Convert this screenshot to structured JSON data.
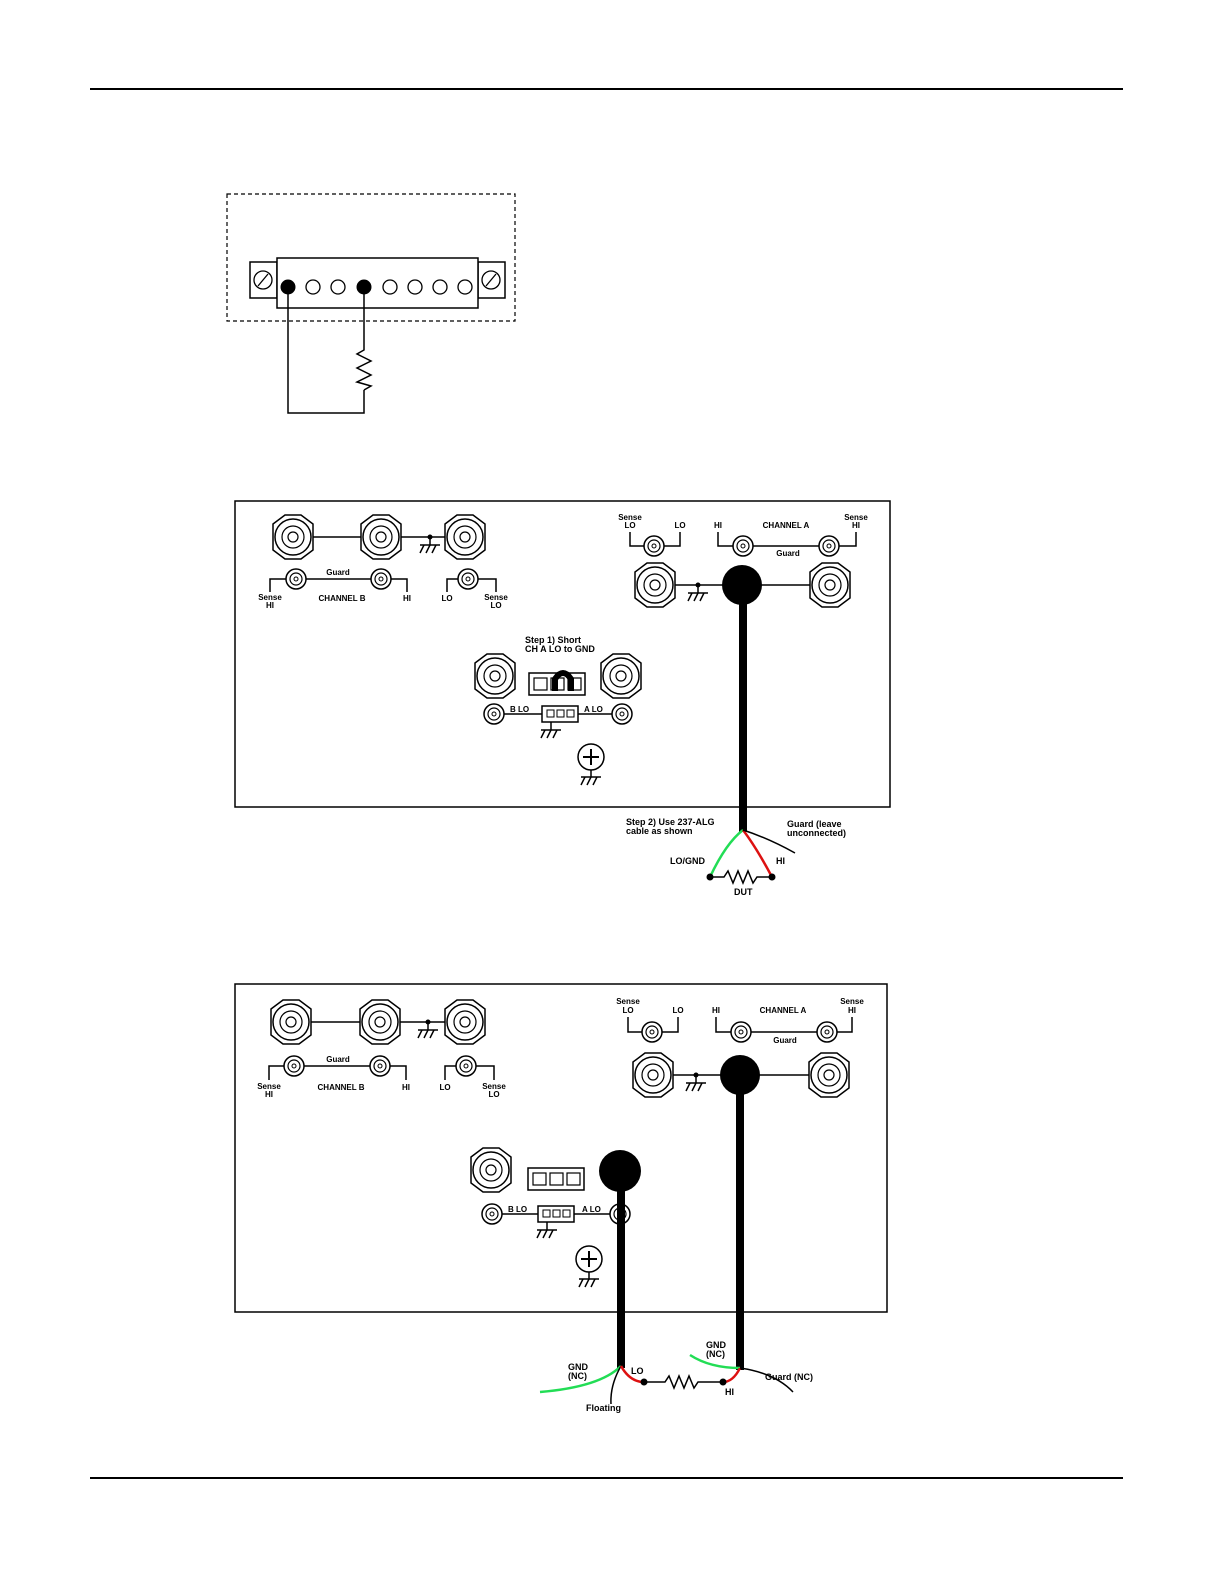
{
  "fig2": {
    "channel_b": {
      "sense_top": "Sense",
      "sense_hi": "HI",
      "guard": "Guard",
      "title": "CHANNEL  B",
      "hi": "HI",
      "lo": "LO",
      "sense_lo_top": "Sense",
      "sense_lo": "LO"
    },
    "channel_a": {
      "sense_top": "Sense",
      "sense_lo": "LO",
      "lo": "LO",
      "hi": "HI",
      "title": "CHANNEL  A",
      "sense_hi_top": "Sense",
      "sense_hi": "HI",
      "guard": "Guard"
    },
    "step1_line1": "Step 1) Short",
    "step1_line2": "CH A LO to GND",
    "b_lo": "B  LO",
    "a_lo": "A  LO",
    "step2_line1": "Step 2) Use 237-ALG",
    "step2_line2": "cable as shown",
    "guard_line1": "Guard (leave",
    "guard_line2": "unconnected)",
    "lo_gnd": "LO/GND",
    "hi": "HI",
    "dut": "DUT"
  },
  "fig3": {
    "channel_b": {
      "sense_top": "Sense",
      "sense_hi": "HI",
      "guard": "Guard",
      "title": "CHANNEL  B",
      "hi": "HI",
      "lo": "LO",
      "sense_lo_top": "Sense",
      "sense_lo": "LO"
    },
    "channel_a": {
      "sense_top": "Sense",
      "sense_lo": "LO",
      "lo": "LO",
      "hi": "HI",
      "title": "CHANNEL  A",
      "sense_hi_top": "Sense",
      "sense_hi": "HI",
      "guard": "Guard"
    },
    "b_lo": "B  LO",
    "a_lo": "A  LO",
    "gnd_left_1": "GND",
    "gnd_left_2": "(NC)",
    "lo": "LO",
    "floating": "Floating",
    "hi": "HI",
    "gnd_right_1": "GND",
    "gnd_right_2": "(NC)",
    "guard_nc": "Guard (NC)"
  },
  "colors": {
    "lo_wire": "#22dd55",
    "hi_wire": "#dd1111",
    "cable": "#000000"
  }
}
